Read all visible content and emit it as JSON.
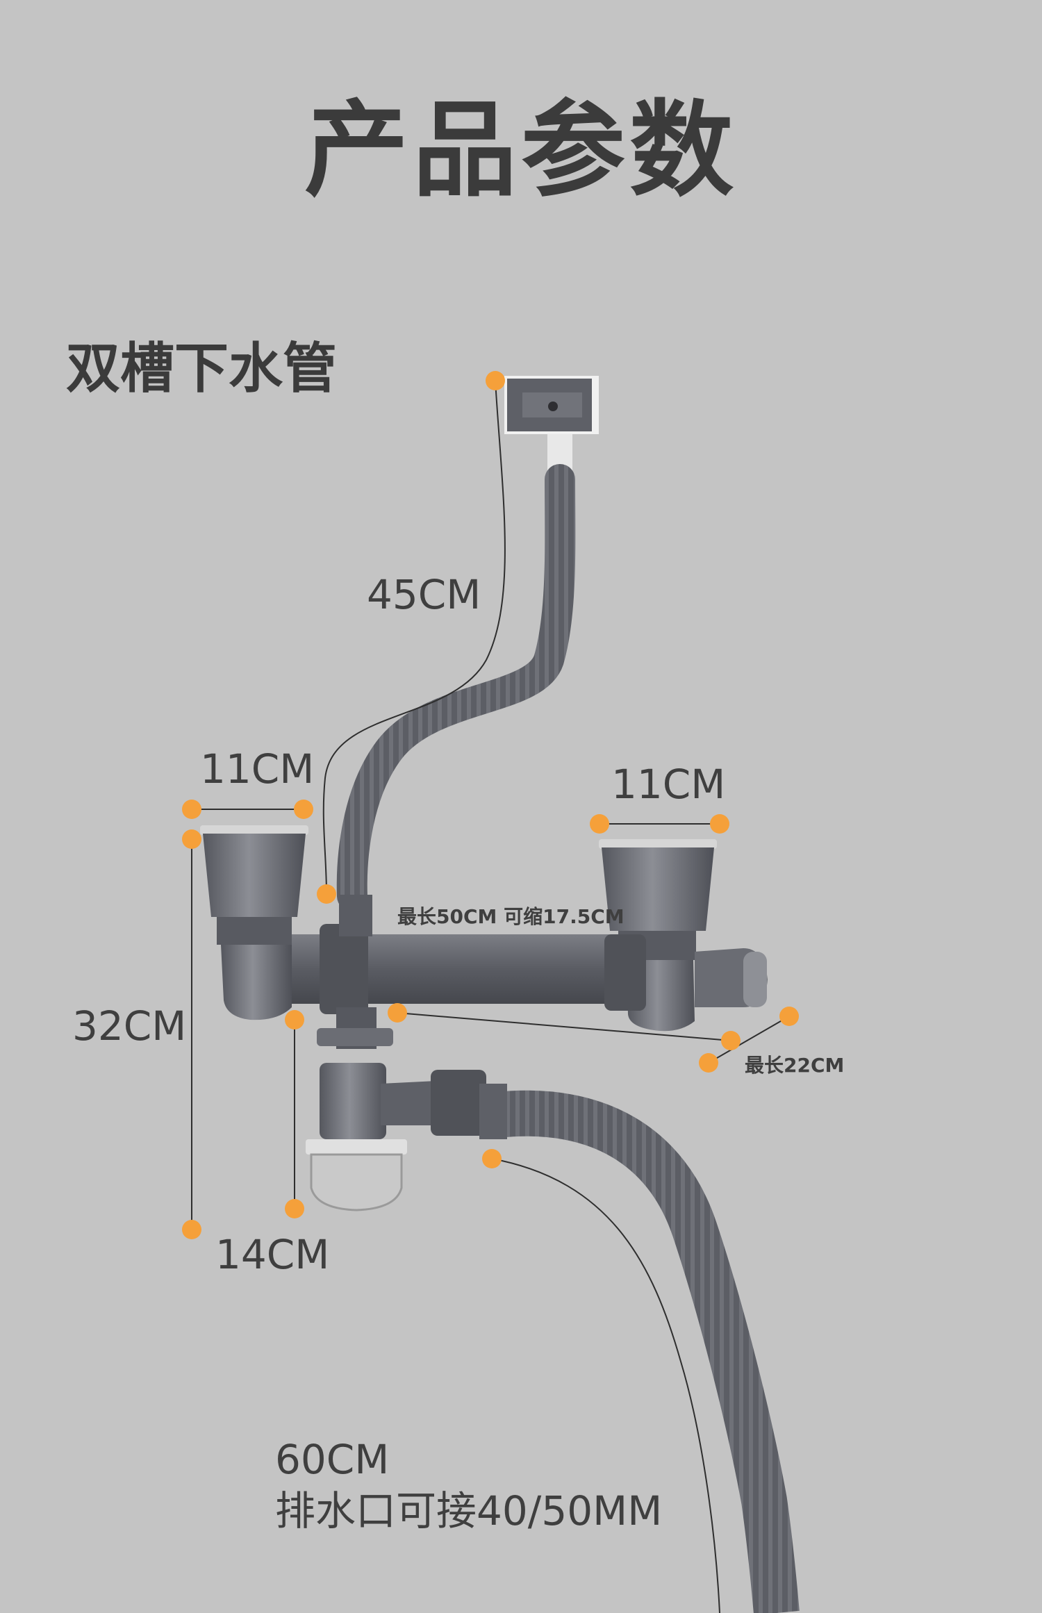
{
  "page_title": "产品参数",
  "product_name": "双槽下水管",
  "dimensions": {
    "overflow_hose": "45CM",
    "left_basket_width": "11CM",
    "right_basket_width": "11CM",
    "connector_length": "最长50CM 可缩17.5CM",
    "side_pipe_length": "最长22CM",
    "total_height": "32CM",
    "trap_height": "14CM",
    "drain_hose_length": "60CM",
    "drain_outlet": "排水口可接40/50MM"
  },
  "colors": {
    "background": "#c4c4c4",
    "text": "#3b3b3b",
    "marker": "#f5a03a",
    "pipe": "#5e6067"
  },
  "marker_icon": "orange-dot"
}
